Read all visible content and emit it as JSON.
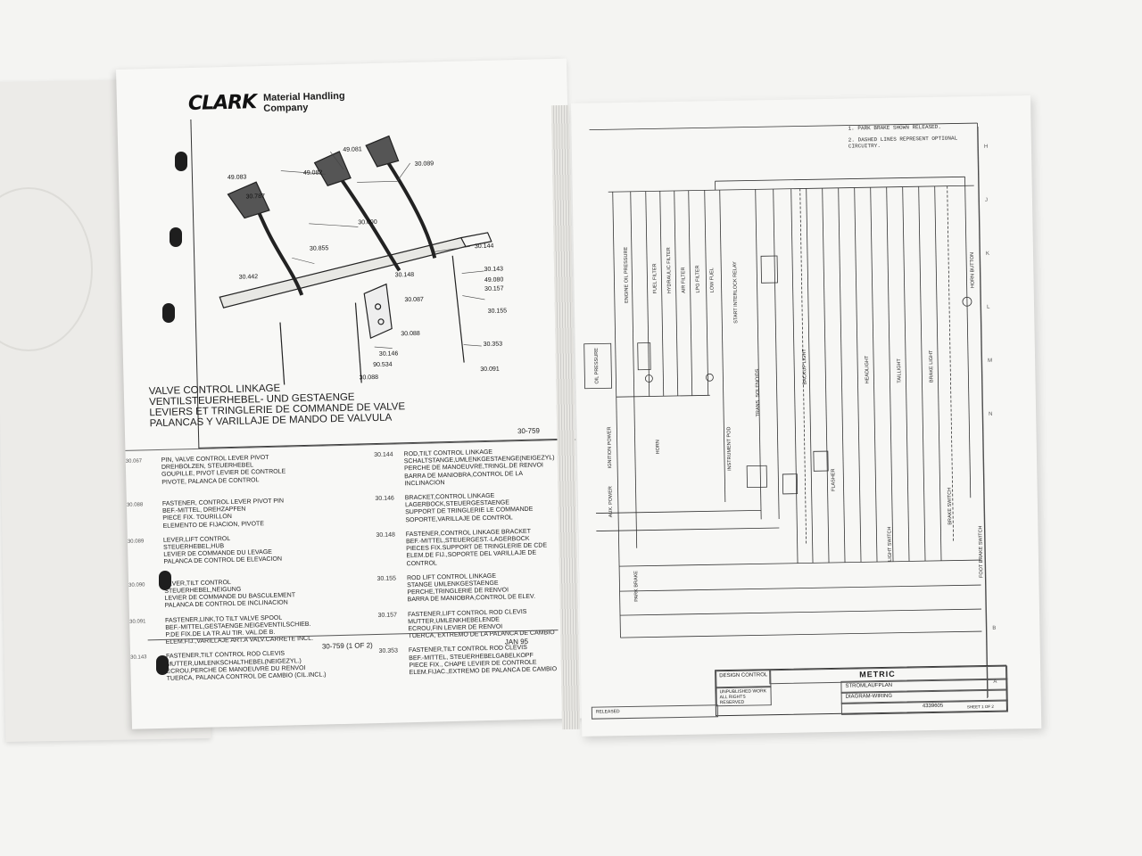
{
  "company": {
    "logo": "CLARK",
    "name_line1": "Material Handling",
    "name_line2": "Company"
  },
  "figure": {
    "title_lines": [
      "VALVE CONTROL LINKAGE",
      "VENTILSTEUERHEBEL- UND GESTAENGE",
      "LEVIERS ET TRINGLERIE DE COMMANDE DE VALVE",
      "PALANCAS Y VARILLAJE DE MANDO DE VALVULA"
    ],
    "number": "30-759",
    "callouts": [
      "49.081",
      "49.082",
      "49.083",
      "30.787",
      "30.089",
      "30.090",
      "30.855",
      "30.442",
      "30.144",
      "30.143",
      "49.080",
      "30.157",
      "30.148",
      "30.087",
      "30.155",
      "30.146",
      "30.088",
      "90.534",
      "30.088",
      "30.353",
      "30.091"
    ]
  },
  "parts": [
    {
      "left": {
        "no": "30.067",
        "lines": [
          "PIN, VALVE CONTROL LEVER PIVOT",
          "DREHBOLZEN, STEUERHEBEL",
          "GOUPILLE, PIVOT LEVIER DE CONTROLE",
          "PIVOTE, PALANCA DE CONTROL"
        ]
      },
      "right": {
        "no": "30.144",
        "lines": [
          "ROD,TILT CONTROL LINKAGE",
          "SCHALTSTANGE,UMLENKGESTAENGE(NEIGEZYL)",
          "PERCHE DE MANOEUVRE,TRINGL.DE RENVOI",
          "BARRA DE MANIOBRA,CONTROL DE LA INCLINACION"
        ]
      }
    },
    {
      "left": {
        "no": "30.088",
        "lines": [
          "FASTENER, CONTROL LEVER PIVOT PIN",
          "BEF.-MITTEL, DREHZAPFEN",
          "PIECE FIX. TOURILLON",
          "ELEMENTO DE FIJACION, PIVOTE"
        ]
      },
      "right": {
        "no": "30.146",
        "lines": [
          "BRACKET,CONTROL LINKAGE",
          "LAGERBOCK,STEUERGESTAENGE",
          "SUPPORT DE TRINGLERIE LE COMMANDE",
          "SOPORTE,VARILLAJE DE CONTROL"
        ]
      }
    },
    {
      "left": {
        "no": "30.089",
        "lines": [
          "LEVER,LIFT CONTROL",
          "STEUERHEBEL,HUB",
          "LEVIER DE COMMANDE DU LEVAGE",
          "PALANCA DE CONTROL DE ELEVACION"
        ]
      },
      "right": {
        "no": "30.148",
        "lines": [
          "FASTENER,CONTROL LINKAGE BRACKET",
          "BEF.-MITTEL,STEUERGEST.-LAGERBOCK",
          "PIECES FIX.SUPPORT DE TRINGLERIE DE CDE",
          "ELEM.DE FIJ.,SOPORTE DEL VARILLAJE DE CONTROL"
        ]
      }
    },
    {
      "left": {
        "no": "30.090",
        "lines": [
          "LEVER,TILT CONTROL",
          "STEUERHEBEL,NEIGUNG",
          "LEVIER DE COMMANDE DU BASCULEMENT",
          "PALANCA DE CONTROL DE INCLINACION"
        ]
      },
      "right": {
        "no": "30.155",
        "lines": [
          "ROD LIFT CONTROL LINKAGE",
          "STANGE UMLENKGESTAENGE",
          "PERCHE,TRINGLERIE DE RENVOI",
          "BARRA DE MANIOBRA,CONTROL DE ELEV."
        ]
      }
    },
    {
      "left": {
        "no": "30.091",
        "lines": [
          "FASTENER,LINK,TO TILT VALVE SPOOL",
          "BEF.-MITTEL,GESTAENGE.NEIGEVENTILSCHIEB.",
          "P.DE FIX.DE LA TR.AU TIR. VAL.DE B.",
          "ELEM.FIJ.,VARILLAJE ART.A VALV.CARRETE INCL."
        ]
      },
      "right": {
        "no": "30.157",
        "lines": [
          "FASTENER,LIFT CONTROL ROD CLEVIS",
          "MUTTER,UMLENKHEBELENDE",
          "ECROU,FIN LEVIER DE RENVOI",
          "TUERCA, EXTREMO DE LA PALANCA DE CAMBIO"
        ]
      }
    },
    {
      "left": {
        "no": "30.143",
        "lines": [
          "FASTENER,TILT CONTROL ROD CLEVIS",
          "MUTTER,UMLENKSCHALTHEBEL(NEIGEZYL.)",
          "ECROU,PERCHE DE MANOEUVRE DU RENVOI",
          "TUERCA, PALANCA CONTROL DE CAMBIO (CIL.INCL.)"
        ]
      },
      "right": {
        "no": "30.353",
        "lines": [
          "FASTENER,TILT CONTROL ROD CLEVIS",
          "BEF.-MITTEL, STEUERHEBELGABELKOPF",
          "PIECE FIX., CHAPE LEVIER DE CONTROLE",
          "ELEM.FIJAC.,EXTREMO DE PALANCA DE CAMBIO"
        ]
      }
    }
  ],
  "footer": {
    "page": "30-759 (1 OF 2)",
    "date": "JAN 95"
  },
  "wiring": {
    "notes": [
      "1.  PARK BRAKE SHOWN RELEASED.",
      "2.  DASHED LINES REPRESENT OPTIONAL",
      "    CIRCUITRY."
    ],
    "zones": [
      "H",
      "J",
      "K",
      "L",
      "M",
      "N",
      "B",
      "A"
    ],
    "left_labels": [
      "IGNITION POWER",
      "AUX. POWER"
    ],
    "vertical_labels": [
      "ENGINE OIL PRESSURE",
      "OIL PRESSURE",
      "FUEL FILTER",
      "HYDRAULIC FILTER",
      "AIR FILTER",
      "LPG FILTER",
      "LOW FUEL",
      "START INTERLOCK RELAY",
      "TRANS. SOLENOIDS",
      "INSTRUMENT POD",
      "HORN",
      "PARK BRAKE",
      "BACKUP LIGHT",
      "FLASHER",
      "HEADLIGHT",
      "TAILLIGHT",
      "BRAKE LIGHT",
      "BRAKE SWITCH",
      "LIGHT SWITCH",
      "HORN BUTTON",
      "FOOT BRAKE SWITCH"
    ],
    "title_block": {
      "design_control": "DESIGN CONTROL",
      "brand": "METRIC",
      "title_de": "STROMLAUFPLAN",
      "title_en": "DIAGRAM-WIRING",
      "drawing_no": "4339605",
      "sheet": "SHEET 1 OF 2",
      "released": "RELEASED",
      "unpublished": "UNPUBLISHED WORK ALL RIGHTS RESERVED"
    }
  }
}
